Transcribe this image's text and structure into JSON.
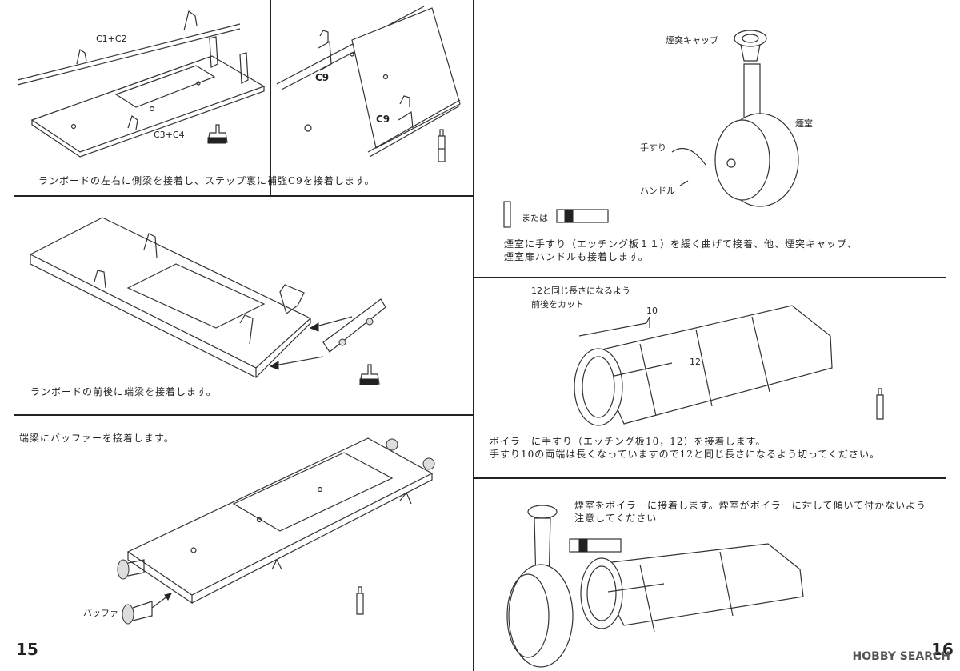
{
  "page_left_number": "15",
  "page_right_number": "16",
  "watermark": "HOBBY SEARCH",
  "left": {
    "step1": {
      "label_c1c2": "C1+C2",
      "label_c3c4": "C3+C4",
      "label_c9_top": "C9",
      "label_c9_bottom": "C9",
      "instruction": "ランボードの左右に側梁を接着し、ステップ裏に補強C9を接着します。"
    },
    "step2": {
      "instruction": "ランボードの前後に端梁を接着します。"
    },
    "step3": {
      "instruction": "端梁にバッファーを接着します。",
      "label_buffer": "バッファ"
    }
  },
  "right": {
    "step4": {
      "label_chimney_cap": "煙突キャップ",
      "label_smokebox": "煙室",
      "label_handrail": "手すり",
      "label_handle": "ハンドル",
      "label_or": "または",
      "instruction_line1": "煙室に手すり（エッチング板１１）を緩く曲げて接着、他、煙突キャップ、",
      "instruction_line2": "煙室扉ハンドルも接着します。"
    },
    "step5": {
      "note_line1": "12と同じ長さになるよう",
      "note_line2": "前後をカット",
      "label_10": "10",
      "label_12": "12",
      "instruction_line1": "ボイラーに手すり（エッチング板10，12）を接着します。",
      "instruction_line2": "手すり10の両端は長くなっていますので12と同じ長さになるよう切ってください。"
    },
    "step6": {
      "instruction_line1": "煙室をボイラーに接着します。煙室がボイラーに対して傾いて付かないよう",
      "instruction_line2": "注意してください"
    }
  }
}
